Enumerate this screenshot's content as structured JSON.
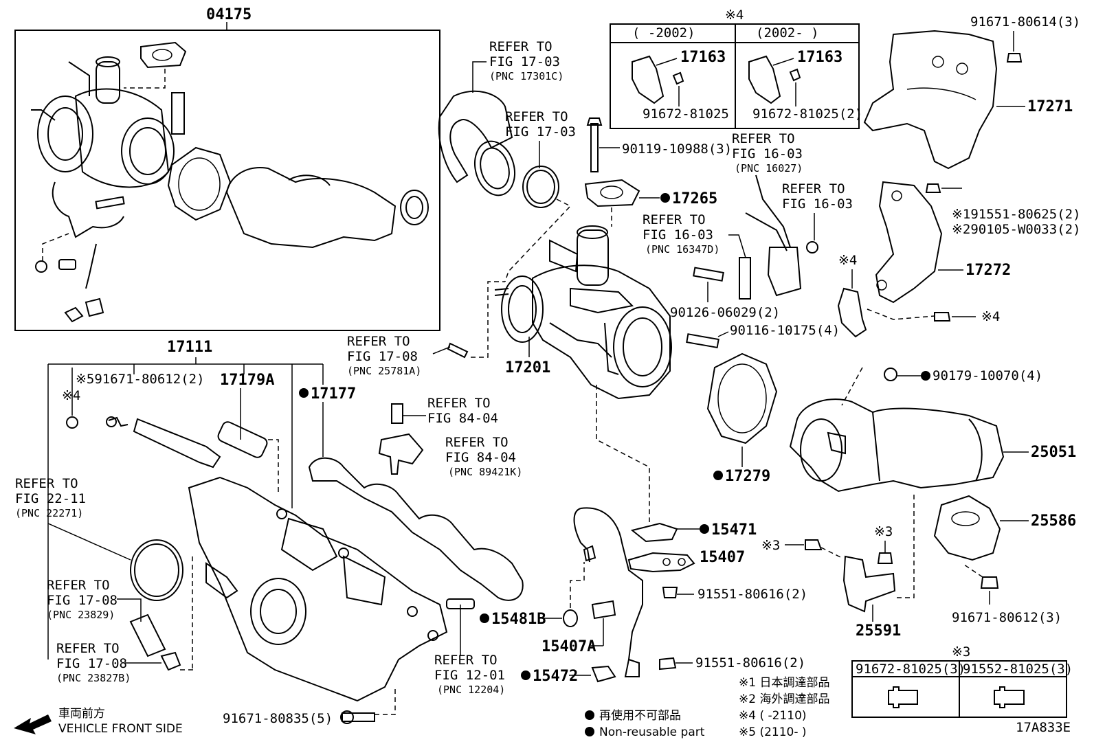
{
  "labels": {
    "p04175": "04175",
    "p17111": "17111",
    "p17179A": "17179A",
    "p17177": "17177",
    "p17201": "17201",
    "p17265": "17265",
    "p17163a": "17163",
    "p17163b": "17163",
    "p91672a": "91672-81025",
    "p91672b": "91672-81025(2)",
    "p17271": "17271",
    "p17272": "17272",
    "p91671_80614": "91671-80614(3)",
    "p91551_80625": "※191551-80625(2)",
    "p90105": "※290105-W0033(2)",
    "p90119": "90119-10988(3)",
    "p90126": "90126-06029(2)",
    "p90116": "90116-10175(4)",
    "p90179": "90179-10070(4)",
    "p17279": "17279",
    "p25051": "25051",
    "p25586": "25586",
    "p25591": "25591",
    "p91671_80612_3": "91671-80612(3)",
    "p15471": "15471",
    "p15407": "15407",
    "p15407A": "15407A",
    "p15481B": "15481B",
    "p15472": "15472",
    "p91551_80616a": "91551-80616(2)",
    "p91551_80616b": "91551-80616(2)",
    "p91671_80835": "91671-80835(5)",
    "p91671_80612_2": "※591671-80612(2)",
    "note4a": "※4",
    "note4b": "※4",
    "note4c": "※4",
    "note4top": "※4",
    "note3a": "※3",
    "note3b": "※3",
    "note3top": "※3",
    "footer_code": "17A833E"
  },
  "refers": [
    {
      "l1": "REFER TO",
      "l2": "FIG 17-03",
      "l3": "(PNC 17301C)"
    },
    {
      "l1": "REFER TO",
      "l2": "FIG 17-03",
      "l3": ""
    },
    {
      "l1": "REFER TO",
      "l2": "FIG 16-03",
      "l3": "(PNC 16027)"
    },
    {
      "l1": "REFER TO",
      "l2": "FIG 16-03",
      "l3": ""
    },
    {
      "l1": "REFER TO",
      "l2": "FIG 16-03",
      "l3": "(PNC 16347D)"
    },
    {
      "l1": "REFER TO",
      "l2": "FIG 17-08",
      "l3": "(PNC 25781A)"
    },
    {
      "l1": "REFER TO",
      "l2": "FIG 84-04",
      "l3": ""
    },
    {
      "l1": "REFER TO",
      "l2": "FIG 84-04",
      "l3": "(PNC 89421K)"
    },
    {
      "l1": "REFER TO",
      "l2": "FIG 22-11",
      "l3": "(PNC 22271)"
    },
    {
      "l1": "REFER TO",
      "l2": "FIG 17-08",
      "l3": "(PNC 23829)"
    },
    {
      "l1": "REFER TO",
      "l2": "FIG 17-08",
      "l3": "(PNC 23827B)"
    },
    {
      "l1": "REFER TO",
      "l2": "FIG 12-01",
      "l3": "(PNC 12204)"
    }
  ],
  "table4": {
    "col1": "(      -2002)",
    "col2": "(2002-      )"
  },
  "table3": {
    "col1": "91672-81025(3)",
    "col2": "91552-81025(3)"
  },
  "notes": {
    "n1": "※1 日本調達部品",
    "n2": "※2 海外調達部品",
    "n4": "※4 (      -2110)",
    "n5": "※5 (2110-      )",
    "nonreuse_jp": "再使用不可部品",
    "nonreuse_en": "Non-reusable part",
    "front_jp": "車両前方",
    "front_en": "VEHICLE FRONT SIDE"
  }
}
